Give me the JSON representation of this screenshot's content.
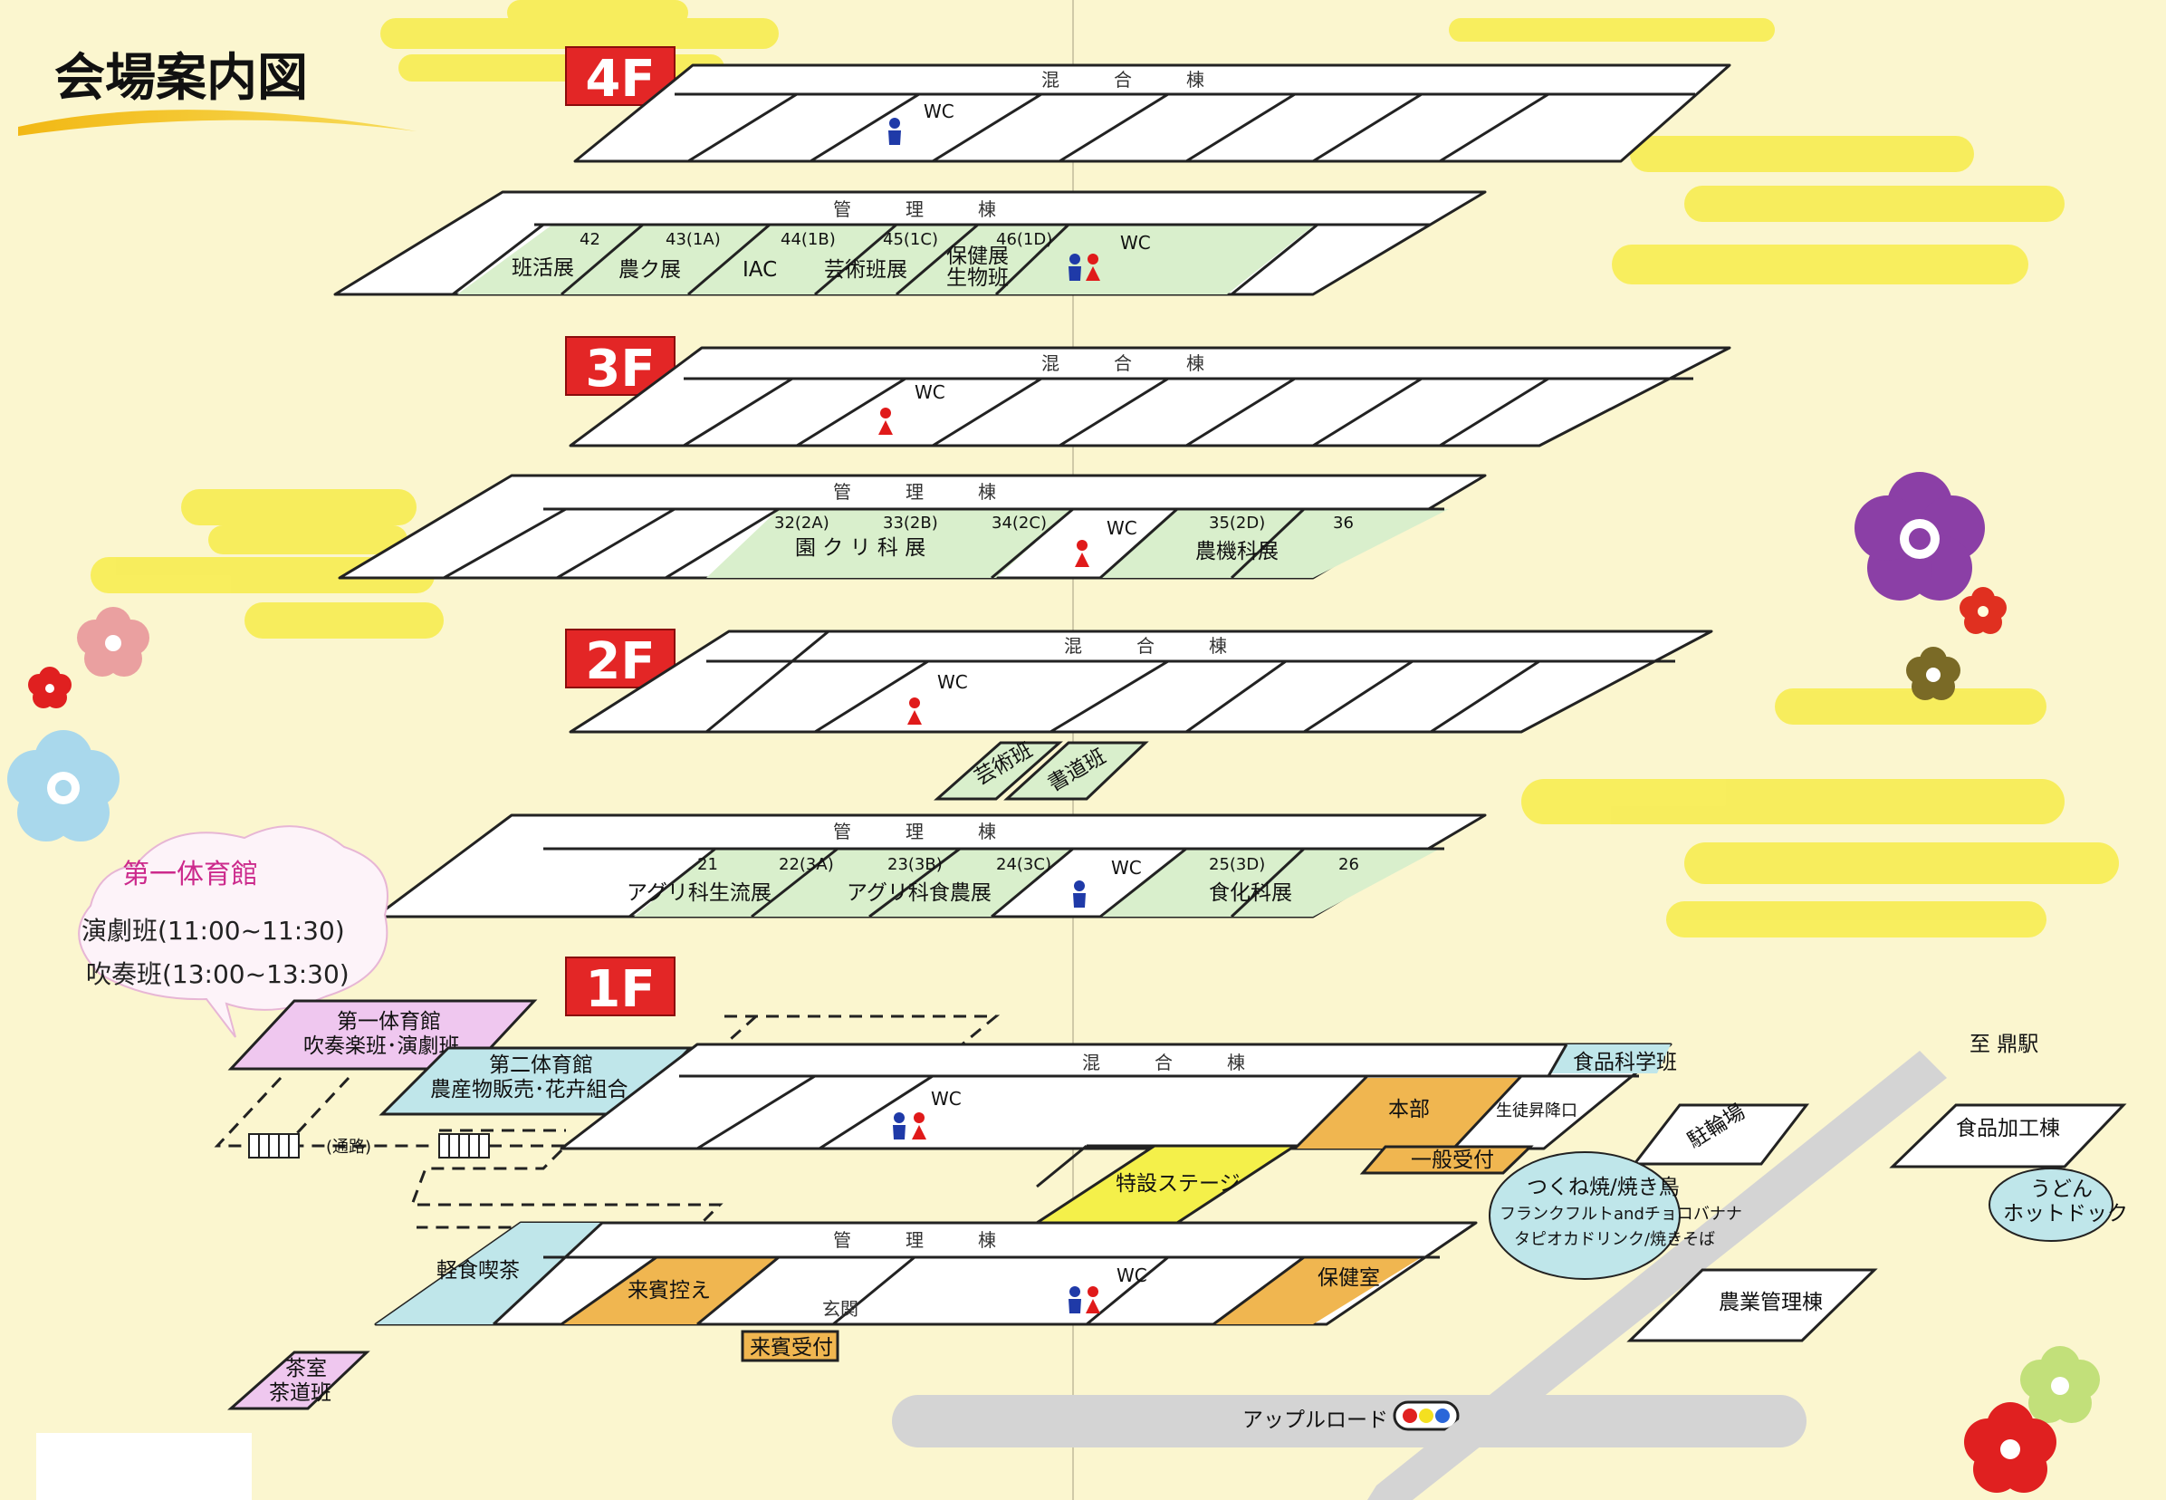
{
  "title": "会場案内図",
  "floors": {
    "f4": {
      "badge": "4F",
      "top_building": "混　　　合　　　棟",
      "bottom_building": "管　　　理　　　棟"
    },
    "f3": {
      "badge": "3F",
      "top_building": "混　　　合　　　棟",
      "bottom_building": "管　　　理　　　棟"
    },
    "f2": {
      "badge": "2F",
      "top_building": "混　　　合　　　棟",
      "bottom_building": "管　　　理　　　棟"
    },
    "f1": {
      "badge": "1F",
      "top_building": "混　　　合　　　棟",
      "bottom_building": "管　　　理　　　棟"
    }
  },
  "wc": "WC",
  "rooms_4f": {
    "r42": "42",
    "r43": "43(1A)",
    "r44": "44(1B)",
    "r45": "45(1C)",
    "r46": "46(1D)",
    "e1": "班活展",
    "e2": "農ク展",
    "e3": "IAC",
    "e4": "芸術班展",
    "e5a": "保健展",
    "e5b": "生物班"
  },
  "rooms_3f": {
    "r32": "32(2A)",
    "r33": "33(2B)",
    "r34": "34(2C)",
    "r35": "35(2D)",
    "r36": "36",
    "e1": "園 ク リ 科 展",
    "e2": "農機科展"
  },
  "rooms_2f": {
    "r21": "21",
    "r22": "22(3A)",
    "r23": "23(3B)",
    "r24": "24(3C)",
    "r25": "25(3D)",
    "r26": "26",
    "e1": "アグリ科生流展",
    "e2": "アグリ科食農展",
    "e3": "食化科展",
    "bridge1": "芸術班",
    "bridge2": "書道班"
  },
  "gym_bubble": {
    "title": "第一体育館",
    "line1": "演劇班(11:00~11:30)",
    "line2": "吹奏班(13:00~13:30)"
  },
  "f1": {
    "gym1a": "第一体育館",
    "gym1b": "吹奏楽班･演劇班",
    "gym2a": "第二体育館",
    "gym2b": "農産物販売･花卉組合",
    "passage": "(通路)",
    "food_science": "食品科学班",
    "honbu": "本部",
    "student_entrance": "生徒昇降口",
    "general_reception": "一般受付",
    "stage": "特設ステージ",
    "cafe": "軽食喫茶",
    "guest_wait": "来賓控え",
    "entrance": "玄関",
    "guest_reception": "来賓受付",
    "infirmary": "保健室",
    "tea_a": "茶室",
    "tea_b": "茶道班",
    "to_station": "至 鼎駅",
    "bicycle": "駐輪場",
    "food_processing": "食品加工棟",
    "udon_a": "うどん",
    "udon_b": "ホットドック",
    "stall_1": "つくね焼/焼き鳥",
    "stall_2": "フランクフルトandチョコバナナ",
    "stall_3": "タピオカドリンク/焼きそば",
    "farm_mgmt": "農業管理棟",
    "apple_road": "アップルロード"
  },
  "colors": {
    "background": "#fbf6cf",
    "badge_red": "#e32626",
    "exhibit_green": "#d9efcc",
    "orange": "#f0b650",
    "yellow": "#f4f04a",
    "cyan": "#bfe6ea",
    "pink": "#efc7ef",
    "cloud": "#f7ec4a",
    "wc_blue": "#1f3aa8",
    "wc_red": "#e01a1a"
  }
}
